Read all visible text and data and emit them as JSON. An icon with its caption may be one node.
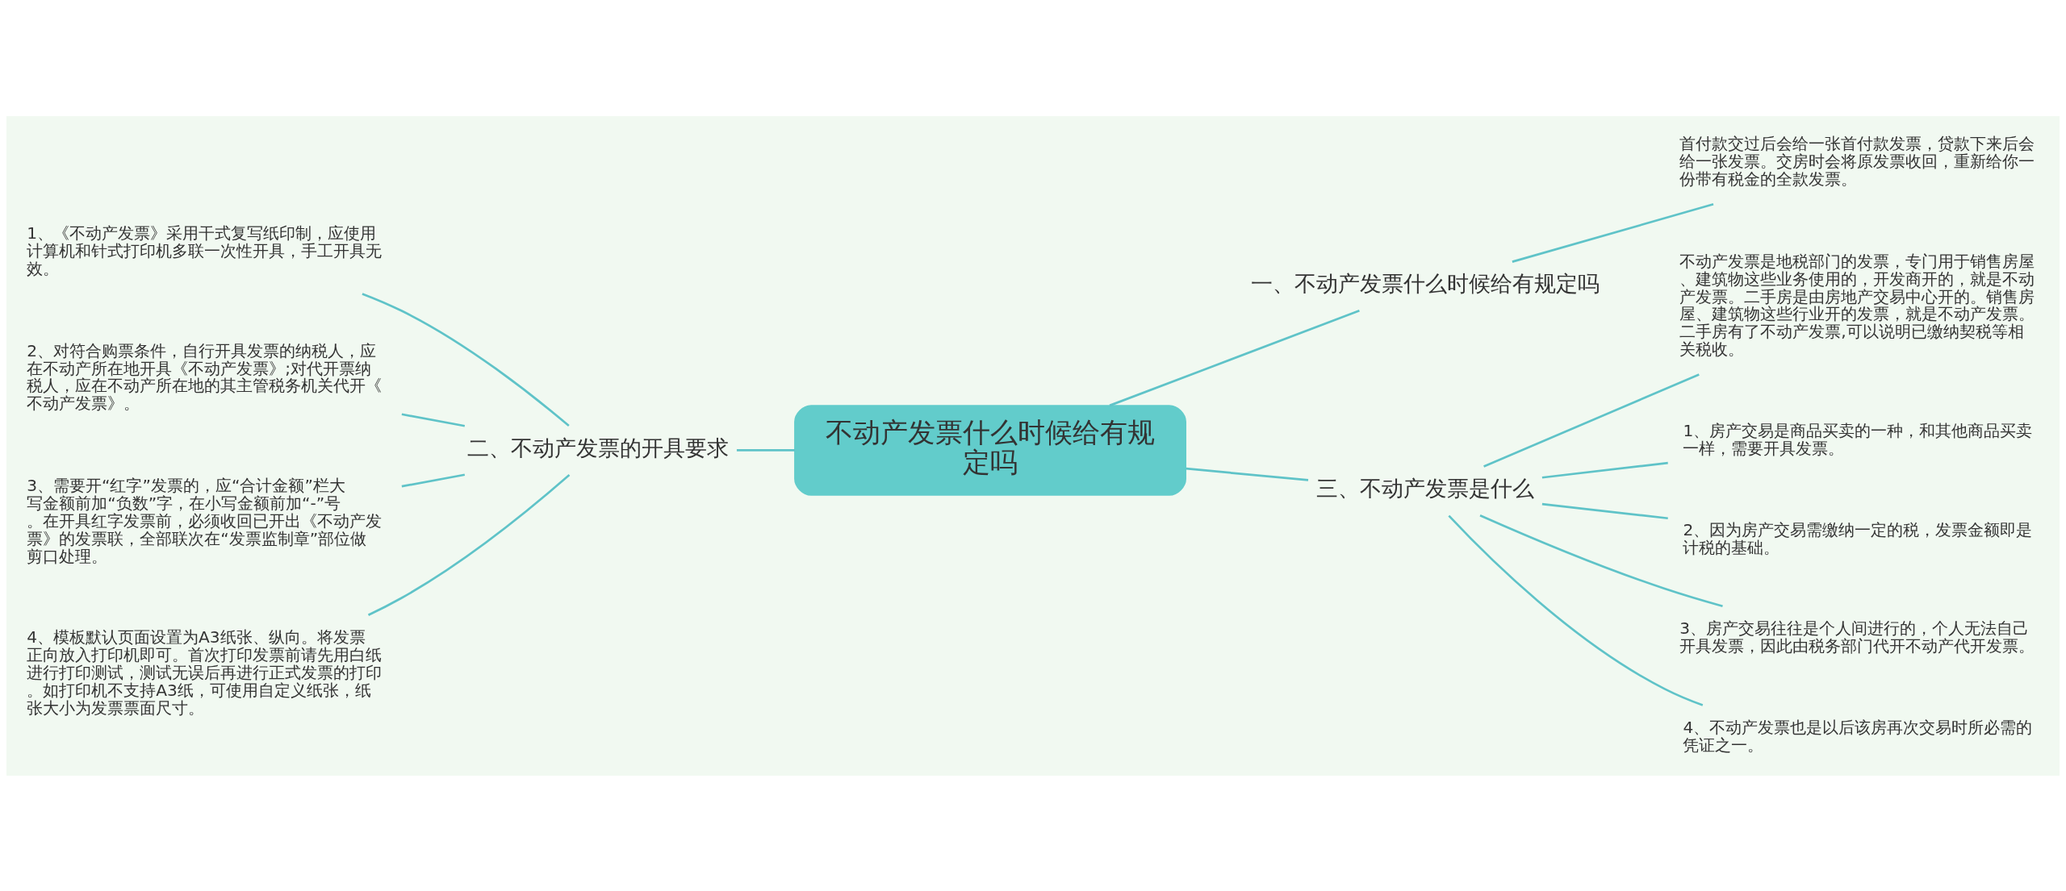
{
  "diagram": {
    "nodes": [
      {
        "text": [
          "不动产发票什么时候给有规定吗"
        ]
      },
      {
        "text": [
          "一、不动产发票什么时候给有规定吗"
        ]
      },
      {
        "text": [
          "首付款交过后会给一张首付款发票，贷款下来后会给一张发票。交房时会将原发票收回，重新给你一份带有税金的全款发票。"
        ]
      },
      {
        "text": [
          "二、不动产发票的开具要求"
        ]
      },
      {
        "text": [
          "1、《不动产发票》采用干式复写纸印制，应使用计算机和针式打印机多联一次性开具，手工开具无效。"
        ]
      },
      {
        "text": [
          "2、对符合购票条件，自行开具发票的纳税人，应在不动产所在地开具《不动产发票》;对代开票纳税人，应在不动产所在地的其主管税务机关代开《不动产发票》。"
        ]
      },
      {
        "text": [
          "3、需要开“红字”发票的，应“合计金额”栏大写金额前加“负数”字，在小写金额前加“-”号。在开具红字发票前，必须收回已开出《不动产发票》的发票联，全部联次在“发票监制章”部位做剪口处理。"
        ]
      },
      {
        "text": [
          "4、模板默认页面设置为A3纸张、纵向。将发票正向放入打印机即可。首次打印发票前请先用白纸进行打印测试，测试无误后再进行正式发票的打印。如打印机不支持A3纸，可使用自定义纸张，纸张大小为发票票面尺寸。"
        ]
      },
      {
        "text": [
          "三、不动产发票是什么"
        ]
      },
      {
        "text": [
          "不动产发票是地税部门的发票，专门用于销售房屋、建筑物这些业务使用的，开发商开的，就是不动产发票。二手房是由房地产交易中心开的。销售房屋、建筑物这些行业开的发票，就是不动产发票。二手房有了不动产发票,可以说明已缴纳契税等相关税收。"
        ]
      },
      {
        "text": [
          "1、房产交易是商品买卖的一种，和其他商品买卖一样，需要开具发票。"
        ]
      },
      {
        "text": [
          "2、因为房产交易需缴纳一定的税，发票金额即是计税的基础。"
        ]
      },
      {
        "text": [
          "3、房产交易往往是个人间进行的，个人无法自己开具发票，因此由税务部门代开不动产代开发票。"
        ]
      },
      {
        "text": [
          "4、不动产发票也是以后该房再次交易时所必需的凭证之一。"
        ]
      }
    ],
    "edges": [
      {
        "from": 0,
        "to": 1,
        "arrow": "none"
      },
      {
        "from": 1,
        "to": 2,
        "arrow": "none"
      },
      {
        "from": 0,
        "to": 3,
        "arrow": "none"
      },
      {
        "from": 3,
        "to": 4,
        "arrow": "none"
      },
      {
        "from": 3,
        "to": 5,
        "arrow": "none"
      },
      {
        "from": 3,
        "to": 6,
        "arrow": "none"
      },
      {
        "from": 3,
        "to": 7,
        "arrow": "none"
      },
      {
        "from": 0,
        "to": 8,
        "arrow": "none"
      },
      {
        "from": 8,
        "to": 9,
        "arrow": "none"
      },
      {
        "from": 8,
        "to": 10,
        "arrow": "none"
      },
      {
        "from": 8,
        "to": 11,
        "arrow": "none"
      },
      {
        "from": 8,
        "to": 12,
        "arrow": "none"
      },
      {
        "from": 8,
        "to": 13,
        "arrow": "none"
      }
    ]
  }
}
